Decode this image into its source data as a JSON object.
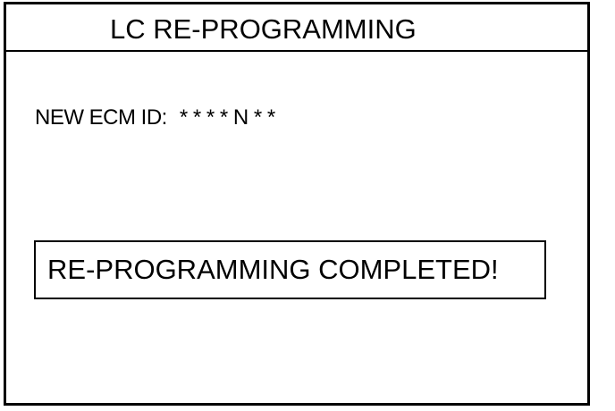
{
  "screen": {
    "title": "LC RE-PROGRAMMING",
    "ecm_id": {
      "label": "NEW ECM ID:",
      "value": "* * * * N * *"
    },
    "status_message": "RE-PROGRAMMING COMPLETED!"
  },
  "colors": {
    "background": "#ffffff",
    "foreground": "#000000"
  }
}
